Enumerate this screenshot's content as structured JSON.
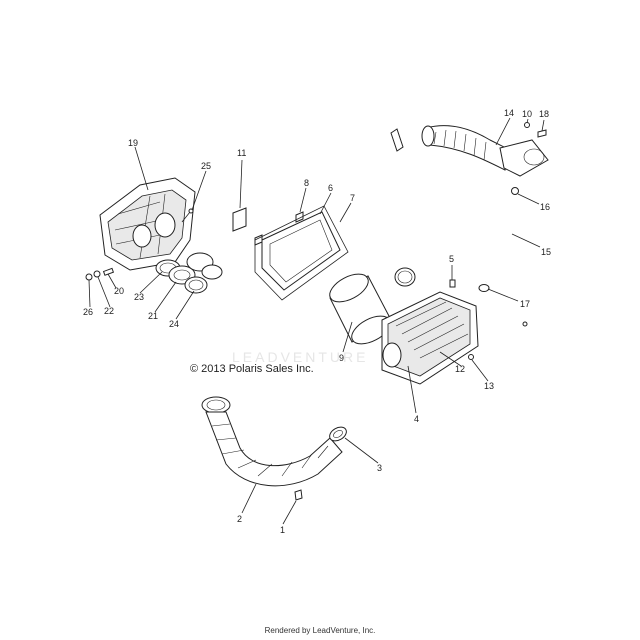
{
  "diagram": {
    "copyright": "© 2013 Polaris Sales Inc.",
    "watermark": "LEADVENTURE",
    "footer": "Rendered by LeadVenture, Inc.",
    "callouts": [
      "1",
      "2",
      "3",
      "4",
      "5",
      "6",
      "7",
      "8",
      "9",
      "10",
      "11",
      "12",
      "13",
      "14",
      "15",
      "16",
      "17",
      "18",
      "19",
      "20",
      "21",
      "22",
      "23",
      "24",
      "25",
      "26"
    ]
  }
}
